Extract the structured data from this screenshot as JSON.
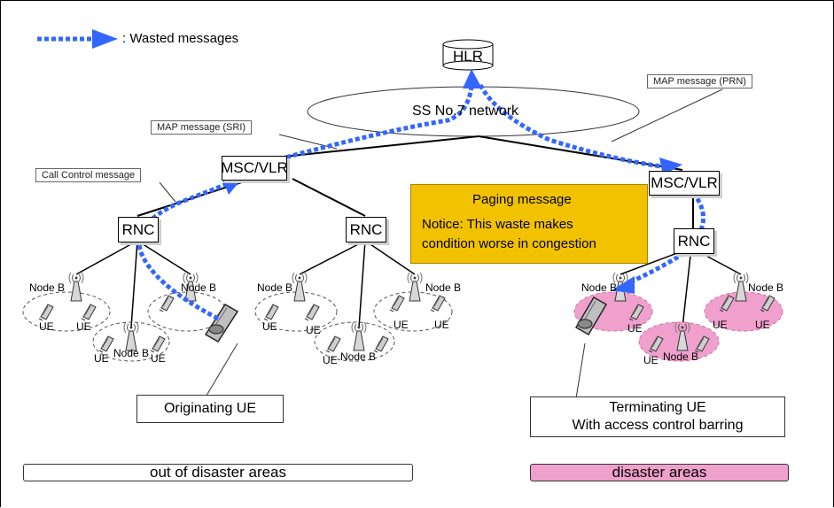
{
  "legend": {
    "text": ": Wasted messages"
  },
  "nodes": {
    "hlr": "HLR",
    "network": "SS No.7 network",
    "msc_left": "MSC/VLR",
    "msc_right": "MSC/VLR",
    "rnc_left": "RNC",
    "rnc_mid": "RNC",
    "rnc_right": "RNC"
  },
  "callouts": {
    "prn": "MAP message (PRN)",
    "sri": "MAP message (SRI)",
    "call_control": "Call Control message"
  },
  "paging": {
    "title": "Paging message",
    "notice_line1": "Notice: This waste makes",
    "notice_line2": "condition worse in congestion"
  },
  "cell_labels": {
    "node_b": "Node B",
    "ue": "UE"
  },
  "labels": {
    "originating": "Originating UE",
    "terminating_line1": "Terminating UE",
    "terminating_line2": "With access control barring"
  },
  "areas": {
    "out": "out of disaster areas",
    "disaster": "disaster areas"
  },
  "colors": {
    "wasted_arrow": "#3366ff",
    "disaster_fill": "#f0a0cc",
    "paging_box": "#f2c200"
  }
}
